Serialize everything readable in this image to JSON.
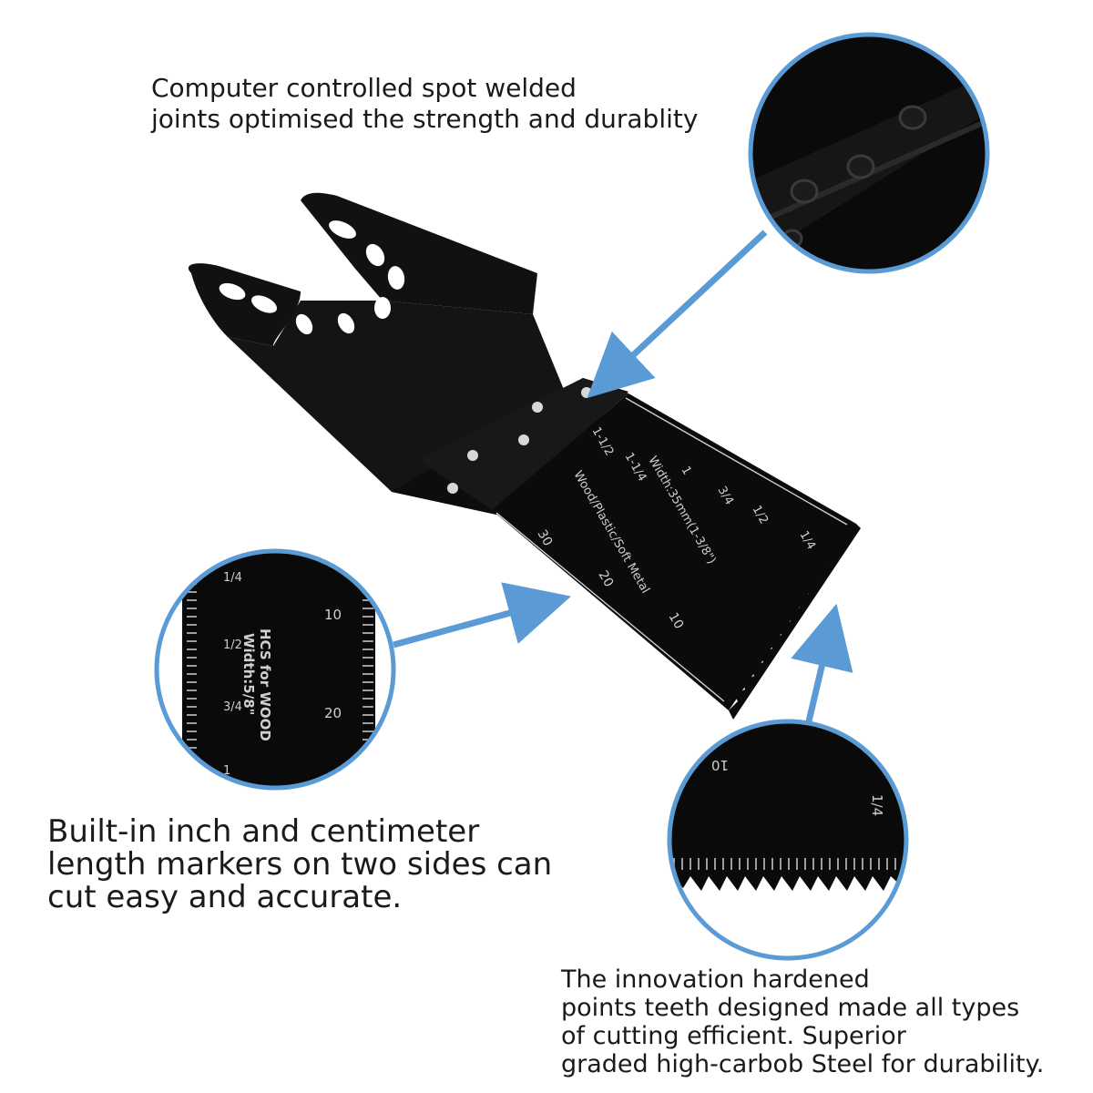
{
  "captions": {
    "top": "Computer controlled spot welded\njoints optimised the strength and durablity",
    "left": "Built-in inch and centimeter\nlength markers on two sides can\ncut easy and accurate.",
    "bottom": "The innovation hardened\npoints teeth designed made all types\nof cutting efficient. Superior\ngraded high-carbob Steel for durability."
  },
  "blade": {
    "text_line_1": "Wood/Plastic/Soft Metal",
    "text_line_2": "Width:35mm(1-3/8\")",
    "inch_marks": [
      "1-1/2",
      "1-1/4",
      "1",
      "3/4",
      "1/2",
      "1/4"
    ],
    "cm_marks": [
      "30",
      "20",
      "10"
    ]
  },
  "zoom_left": {
    "text_line_1": "HCS for WOOD",
    "text_line_2": "Width:5/8\"",
    "inch_marks": [
      "1/4",
      "1/2",
      "3/4",
      "1"
    ],
    "cm_marks": [
      "10",
      "20"
    ]
  },
  "zoom_bottom": {
    "cm_mark": "10",
    "inch_mark": "1/4"
  },
  "colors": {
    "accent": "#5b9bd5",
    "blade": "#111111",
    "marking": "#d0d0d0"
  }
}
